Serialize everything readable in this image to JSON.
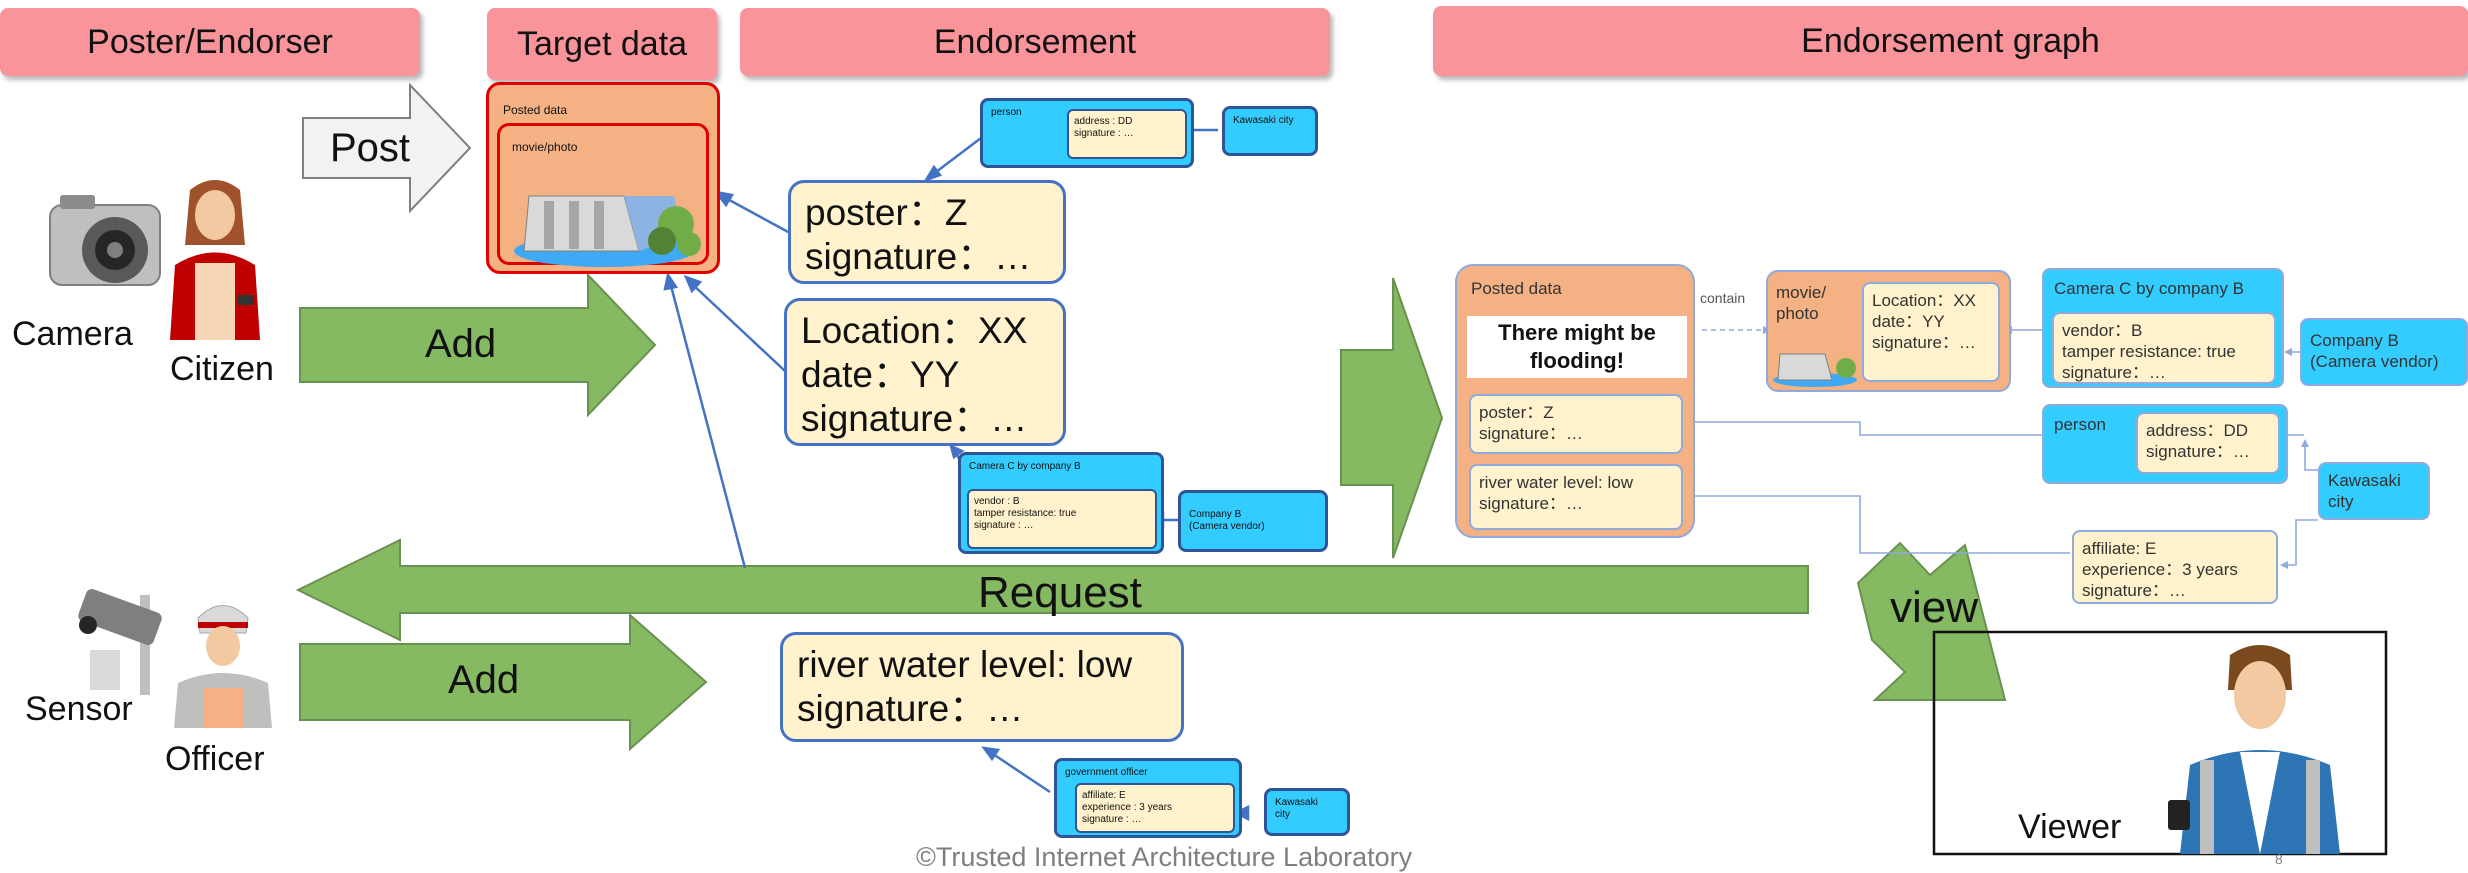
{
  "headers": {
    "poster_endorser": "Poster/Endorser",
    "target_data": "Target data",
    "endorsement": "Endorsement",
    "endorsement_graph": "Endorsement graph"
  },
  "actors": {
    "camera": "Camera",
    "citizen": "Citizen",
    "sensor": "Sensor",
    "officer": "Officer",
    "viewer": "Viewer"
  },
  "arrows": {
    "post": "Post",
    "add_top": "Add",
    "add_bottom": "Add",
    "request": "Request",
    "view": "view"
  },
  "target": {
    "posted_data": "Posted data",
    "movie_photo": "movie/photo"
  },
  "endorsements": {
    "poster_card": "poster：Z\nsignature：…",
    "location_card": "Location：XX\ndate：YY\nsignature：…",
    "river_card": "river water level: low\nsignature：…",
    "person_box": {
      "title": "person",
      "inner": "address : DD\nsignature : …"
    },
    "kawasaki_city": "Kawasaki city",
    "camera_box": {
      "title": "Camera C by company B",
      "inner": "vendor : B\ntamper resistance: true\nsignature : …"
    },
    "company_b": "Company B\n(Camera vendor)",
    "officer_box": {
      "title": "government officer",
      "inner": "affiliate: E\nexperience : 3 years\nsignature : …"
    },
    "kawasaki_city_2": "Kawasaki\ncity"
  },
  "graph": {
    "posted_data": "Posted data",
    "message": "There might be\nflooding!",
    "poster": "poster：Z\nsignature：…",
    "river": "river water level: low\nsignature：…",
    "contain": "contain",
    "movie_photo": "movie/\nphoto",
    "location": "Location：XX\ndate：YY\nsignature：…",
    "camera_title": "Camera C by company B",
    "camera_inner": "vendor：B\ntamper resistance: true\nsignature：…",
    "company_b": "Company B\n(Camera vendor)",
    "person_title": "person",
    "person_inner": "address：DD\nsignature：…",
    "kawasaki": "Kawasaki\ncity",
    "officer_inner": "affiliate: E\nexperience：3 years\nsignature：…"
  },
  "footer": {
    "copyright": "©Trusted Internet Architecture Laboratory",
    "page": "8"
  },
  "colors": {
    "header": "#f9949a",
    "green_arrow": "#70ad47",
    "card_fill": "#fff2cc",
    "card_border": "#4472c4",
    "blue_box": "#33ccff",
    "target_fill": "#f4b183"
  }
}
